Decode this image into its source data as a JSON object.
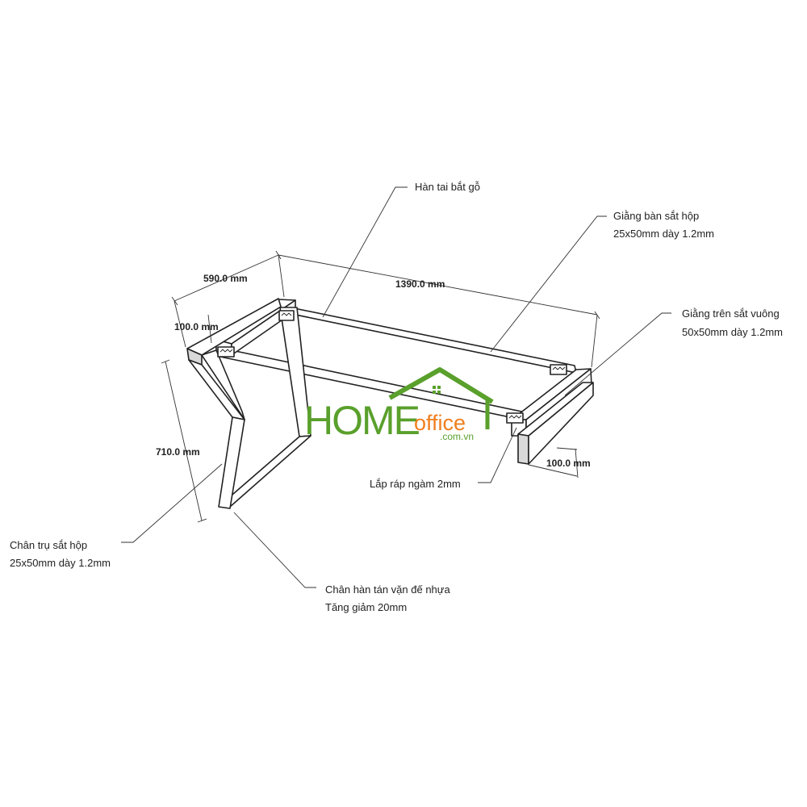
{
  "callouts": {
    "weld_tab": "Hàn tai bắt gỗ",
    "table_brace_1": "Giằng bàn sắt hộp",
    "table_brace_2": "25x50mm dày 1.2mm",
    "top_brace_1": "Giằng trên sắt vuông",
    "top_brace_2": "50x50mm dày 1.2mm",
    "recessed_1": "Lắp ráp ngàm 2mm",
    "leg_1": "Chân trụ sắt hộp",
    "leg_2": "25x50mm dày 1.2mm",
    "foot_1": "Chân hàn tán vặn đế nhựa",
    "foot_2": "Tăng giảm 20mm"
  },
  "dimensions": {
    "depth": "590.0 mm",
    "length": "1390.0 mm",
    "top_width": "100.0 mm",
    "height": "710.0 mm",
    "foot_width": "100.0 mm"
  },
  "logo": {
    "brand_home": "HOME",
    "brand_office": "office",
    "domain": ".com.vn",
    "color_green": "#5aa02c",
    "color_orange": "#f07f1e"
  },
  "colors": {
    "line": "#222222",
    "background": "#ffffff"
  }
}
